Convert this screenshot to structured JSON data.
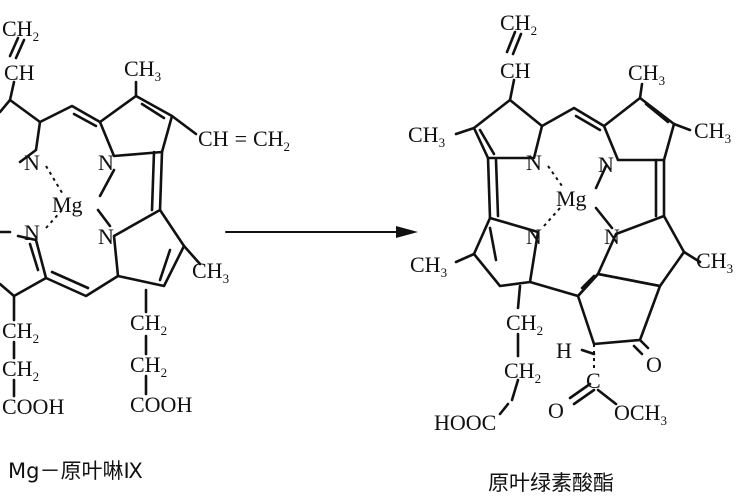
{
  "left_molecule": {
    "vinyl_top_1": "CH",
    "vinyl_top_1_sub": "2",
    "vinyl_top_2": "CH",
    "methyl_top": "CH",
    "methyl_top_sub": "3",
    "vinyl_right_1": "CH",
    "vinyl_right_eq": "=",
    "vinyl_right_2": "CH",
    "vinyl_right_sub": "2",
    "methyl_right": "CH",
    "methyl_right_sub": "3",
    "metal": "Mg",
    "n1": "N",
    "n2": "N",
    "n3": "N",
    "n4": "N",
    "chain_left_1": "CH",
    "chain_left_1_sub": "2",
    "chain_left_2": "CH",
    "chain_left_2_sub": "2",
    "acid_left": "COOH",
    "chain_right_1": "CH",
    "chain_right_1_sub": "2",
    "chain_right_2": "CH",
    "chain_right_2_sub": "2",
    "acid_right": "COOH",
    "caption": "Mg－原叶啉Ⅸ"
  },
  "right_molecule": {
    "vinyl_1": "CH",
    "vinyl_1_sub": "2",
    "vinyl_2": "CH",
    "methyl_top_right": "CH",
    "methyl_top_right_sub": "3",
    "methyl_left_top": "CH",
    "methyl_left_top_sub": "3",
    "methyl_right_top": "CH",
    "methyl_right_top_sub": "3",
    "metal": "Mg",
    "n1": "N",
    "n2": "N",
    "n3": "N",
    "n4": "N",
    "methyl_left_bottom": "CH",
    "methyl_left_bottom_sub": "3",
    "methyl_right_bottom": "CH",
    "methyl_right_bottom_sub": "3",
    "chain_1": "CH",
    "chain_1_sub": "2",
    "chain_2": "CH",
    "chain_2_sub": "2",
    "acid": "HOOC",
    "h_atom": "H",
    "ketone_o": "O",
    "ester_c": "C",
    "ester_o1": "O",
    "ester_och3": "OCH",
    "ester_och3_sub": "3",
    "caption": "原叶绿素酸酯"
  }
}
